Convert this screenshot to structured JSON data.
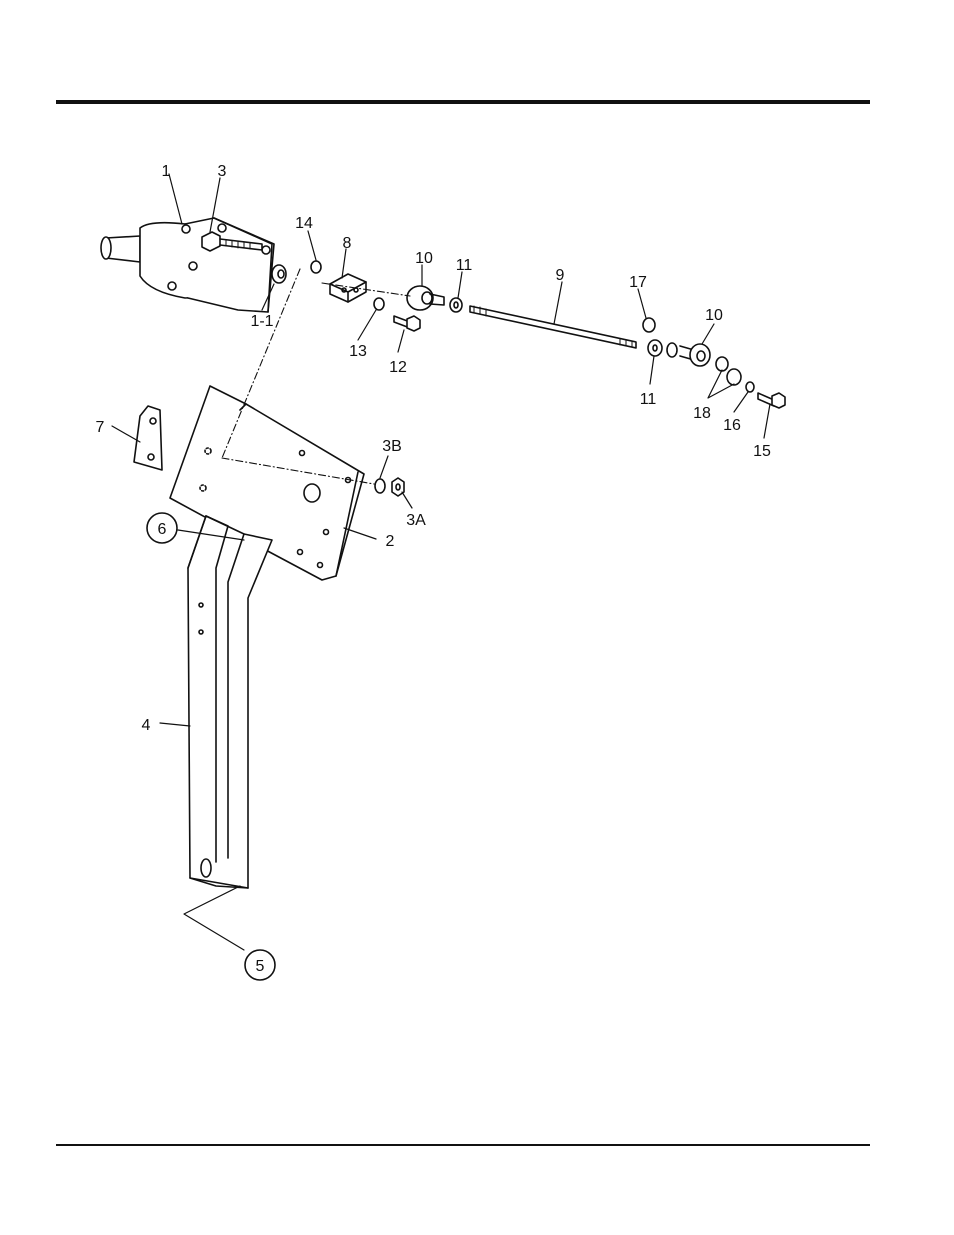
{
  "labels": {
    "l1": "1",
    "l3": "3",
    "l14": "14",
    "l8": "8",
    "l10a": "10",
    "l11a": "11",
    "l9": "9",
    "l17": "17",
    "l10b": "10",
    "l1_1": "1-1",
    "l13": "13",
    "l12": "12",
    "l11b": "11",
    "l18": "18",
    "l16": "16",
    "l15": "15",
    "l7": "7",
    "l3b": "3B",
    "l3a": "3A",
    "l2": "2",
    "l6": "6",
    "l4": "4",
    "l5": "5"
  }
}
